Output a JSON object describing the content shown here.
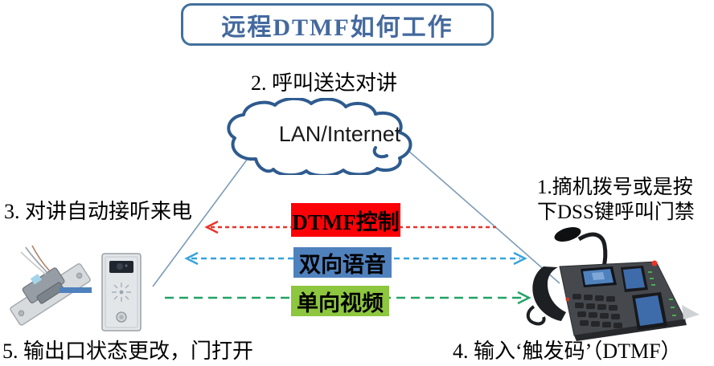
{
  "title": "远程DTMF如何工作",
  "cloud_label": "LAN/Internet",
  "steps": {
    "step1_line1": "1.摘机拨号或是按",
    "step1_line2": "下DSS键呼叫门禁",
    "step2": "2. 呼叫送达对讲",
    "step3": "3. 对讲自动接听来电",
    "step4": "4. 输入‘触发码’（DTMF）",
    "step5": "5. 输出口状态更改，门打开"
  },
  "channels": [
    {
      "label": "DTMF控制",
      "color": "#FB0207",
      "direction": "phone-to-door"
    },
    {
      "label": "双向语音",
      "color": "#4F81BD",
      "direction": "bidirectional"
    },
    {
      "label": "单向视频",
      "color": "#8DC63F",
      "direction": "door-to-phone"
    }
  ],
  "colors": {
    "title_border": "#41719C",
    "title_text": "#44699E",
    "cloud_stroke": "#2E5B8F",
    "arrow_red": "#E8342A",
    "arrow_cyan": "#35A3DB",
    "arrow_green": "#21A366",
    "diagonal_line": "#7C9CB8",
    "connector_blue": "#4F81BD"
  },
  "devices": {
    "door_lock": "electric-strike-lock",
    "intercom": "door-intercom",
    "phone": "ip-phone-with-gooseneck-mic"
  }
}
